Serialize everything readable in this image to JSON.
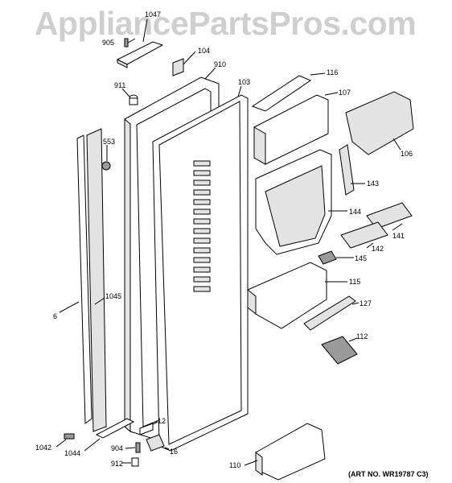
{
  "watermark": "AppliancePartsPros.com",
  "art_number": "(ART NO. WR19787 C3)",
  "callouts": [
    {
      "id": "c1047",
      "label": "1047"
    },
    {
      "id": "c905",
      "label": "905"
    },
    {
      "id": "c104",
      "label": "104"
    },
    {
      "id": "c910",
      "label": "910"
    },
    {
      "id": "c911",
      "label": "911"
    },
    {
      "id": "c103",
      "label": "103"
    },
    {
      "id": "c553",
      "label": "553"
    },
    {
      "id": "c116",
      "label": "116"
    },
    {
      "id": "c107",
      "label": "107"
    },
    {
      "id": "c106",
      "label": "106"
    },
    {
      "id": "c143",
      "label": "143"
    },
    {
      "id": "c144",
      "label": "144"
    },
    {
      "id": "c141",
      "label": "141"
    },
    {
      "id": "c142",
      "label": "142"
    },
    {
      "id": "c145",
      "label": "145"
    },
    {
      "id": "c115",
      "label": "115"
    },
    {
      "id": "c127",
      "label": "127"
    },
    {
      "id": "c112",
      "label": "112"
    },
    {
      "id": "c6",
      "label": "6"
    },
    {
      "id": "c1045",
      "label": "1045"
    },
    {
      "id": "c12",
      "label": "12"
    },
    {
      "id": "c16",
      "label": "16"
    },
    {
      "id": "c904",
      "label": "904"
    },
    {
      "id": "c912",
      "label": "912"
    },
    {
      "id": "c1042",
      "label": "1042"
    },
    {
      "id": "c1044",
      "label": "1044"
    },
    {
      "id": "c110",
      "label": "110"
    }
  ]
}
